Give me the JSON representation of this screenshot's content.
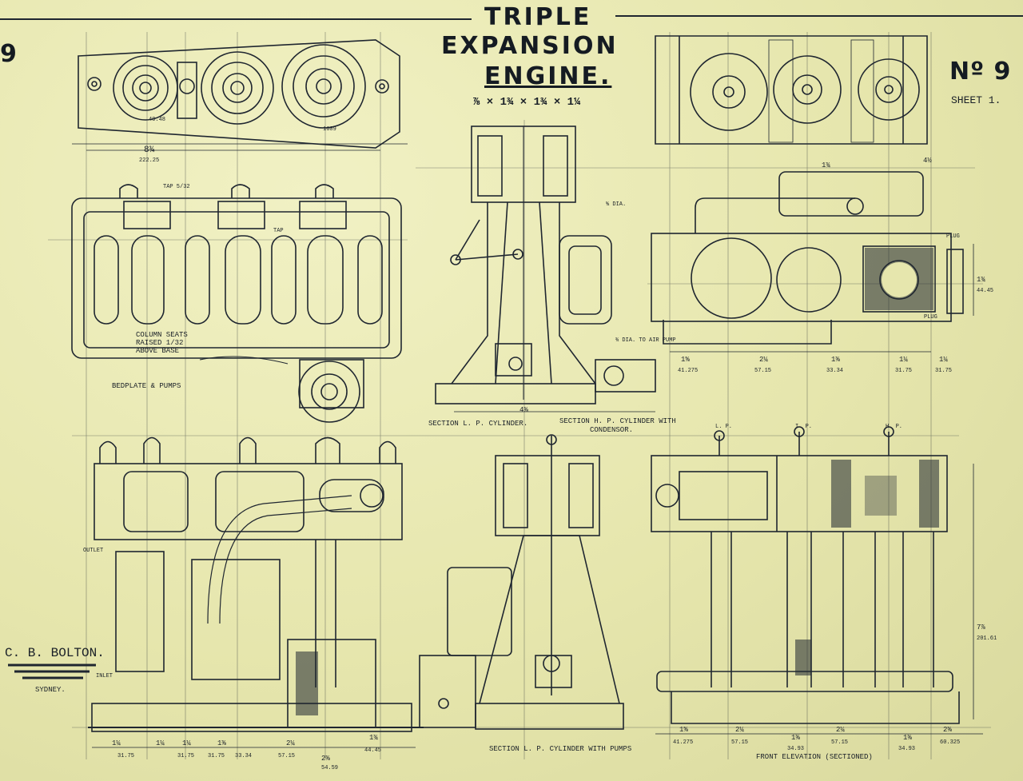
{
  "title": {
    "line1": "TRIPLE",
    "line2": "EXPANSION",
    "line3": "ENGINE.",
    "sizes": "⅞ × 1¾ × 1¾ × 1¼"
  },
  "sheet": {
    "number": "Nº 9",
    "label": "SHEET 1.",
    "left_number": "9"
  },
  "author": {
    "name": "C. B. BOLTON.",
    "city": "SYDNEY."
  },
  "views": {
    "bedplate": "BEDPLATE & PUMPS",
    "section_lp_cylinder": "SECTION  L. P.  CYLINDER.",
    "section_hp_cylinder": "SECTION  H. P. CYLINDER WITH",
    "condensor": "CONDENSOR.",
    "section_lp_pumps": "SECTION  L. P.  CYLINDER  WITH  PUMPS",
    "front_elevation": "FRONT  ELEVATION    (SECTIONED)"
  },
  "notes": {
    "column_seats_1": "COLUMN SEATS",
    "column_seats_2": "RAISED  1/32",
    "column_seats_3": "ABOVE BASE",
    "outlet": "OUTLET",
    "inlet": "INLET",
    "tap_1": "TAP 5/32",
    "tap_2": "TAP",
    "dia_to_air_pump": "¾ DIA. TO AIR PUMP",
    "dia": "⅝ DIA.",
    "plug_1": "PLUG",
    "plug_2": "PLUG",
    "cylinder_lp": "L. P.",
    "cylinder_ip": "I. P.",
    "cylinder_hp": "H. P."
  },
  "dimensions": {
    "top_left_width": "8¾",
    "top_left_width_mm": "222.25",
    "d_1609": "1609",
    "d_4048": "40.48",
    "bottom_row": [
      "1¼",
      "1¼",
      "1¼",
      "1⅜",
      "2¼",
      "1¾"
    ],
    "bottom_row_mm": [
      "31.75",
      "31.75",
      "31.75",
      "33.34",
      "57.15",
      "44.45"
    ],
    "bottom_2_3_8": "2⅜",
    "bottom_2_3_8_mm": "54.59",
    "mid_4_3_8": "4⅜",
    "right_row": [
      "1⅝",
      "2¼",
      "1⅜",
      "1¼",
      "1¼"
    ],
    "right_row_mm": [
      "41.275",
      "57.15",
      "33.34",
      "31.75",
      "31.75"
    ],
    "right_top_1_3_4": "1¾",
    "right_top_4_1_2": "4½",
    "right_side_1_3_4": "1¾",
    "right_side_mm": "44.45",
    "elev_height": "7⅞",
    "elev_height_mm": "201.61",
    "front_row": [
      "1⅝",
      "2¼",
      "1⅜",
      "2¼",
      "1⅜",
      "2⅜"
    ],
    "front_row_mm": [
      "41.275",
      "57.15",
      "34.93",
      "57.15",
      "34.93",
      "60.325"
    ]
  }
}
